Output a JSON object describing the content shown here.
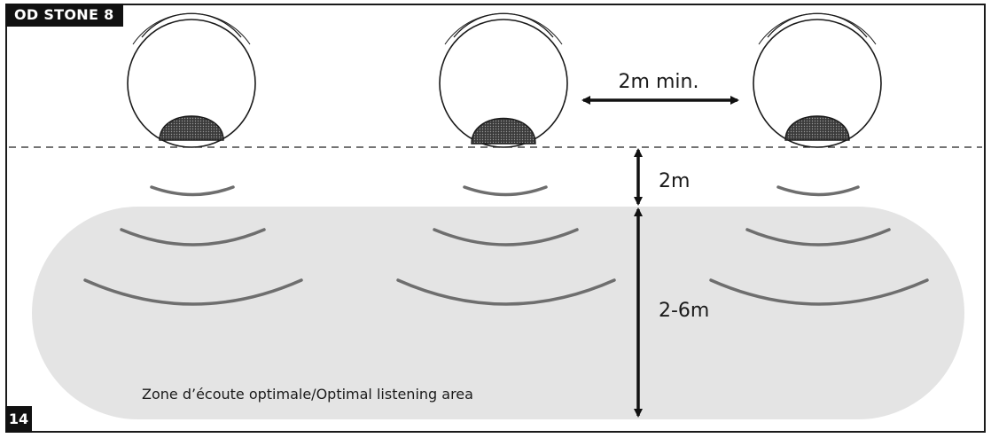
{
  "header": {
    "model_label": "OD STONE 8"
  },
  "footer": {
    "page_number": "14"
  },
  "diagram": {
    "speaker_count": 3,
    "spacing_label": "2m min.",
    "front_distance_label": "2m",
    "zone_depth_label": "2-6m",
    "zone_label": "Zone d’écoute optimale/Optimal listening area",
    "colors": {
      "zone_fill": "#e4e4e4",
      "wave_stroke": "#6e6e6e",
      "outline": "#1a1a1a"
    }
  }
}
